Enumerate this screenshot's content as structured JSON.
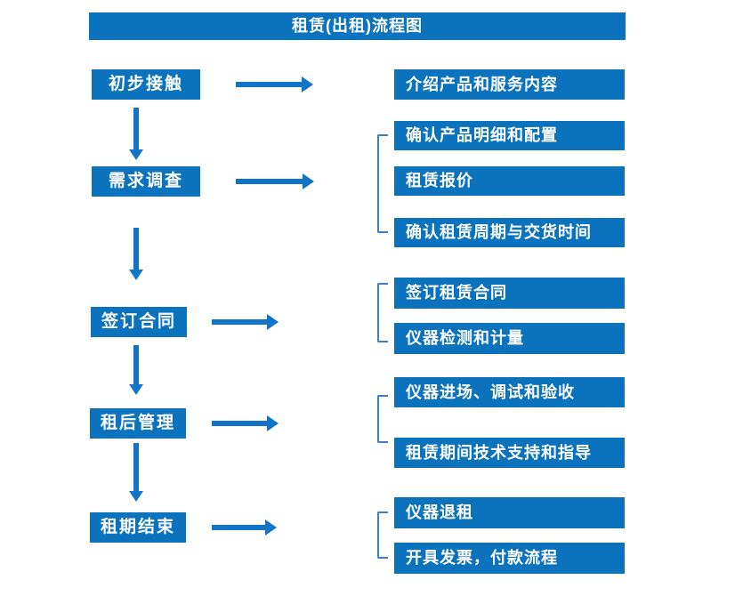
{
  "title": "租赁(出租)流程图",
  "colors": {
    "box_fill": "#0b72be",
    "arrow": "#1274c6",
    "bracket": "#3c80c0",
    "text": "#ffffff",
    "background": "#ffffff"
  },
  "flow": [
    {
      "step": "初步接触",
      "outputs": [
        "介绍产品和服务内容"
      ]
    },
    {
      "step": "需求调查",
      "outputs": [
        "确认产品明细和配置",
        "租赁报价",
        "确认租赁周期与交货时间"
      ]
    },
    {
      "step": "签订合同",
      "outputs": [
        "签订租赁合同",
        "仪器检测和计量"
      ]
    },
    {
      "step": "租后管理",
      "outputs": [
        "仪器进场、调试和验收",
        "租赁期间技术支持和指导"
      ]
    },
    {
      "step": "租期结束",
      "outputs": [
        "仪器退租",
        "开具发票，付款流程"
      ]
    }
  ]
}
